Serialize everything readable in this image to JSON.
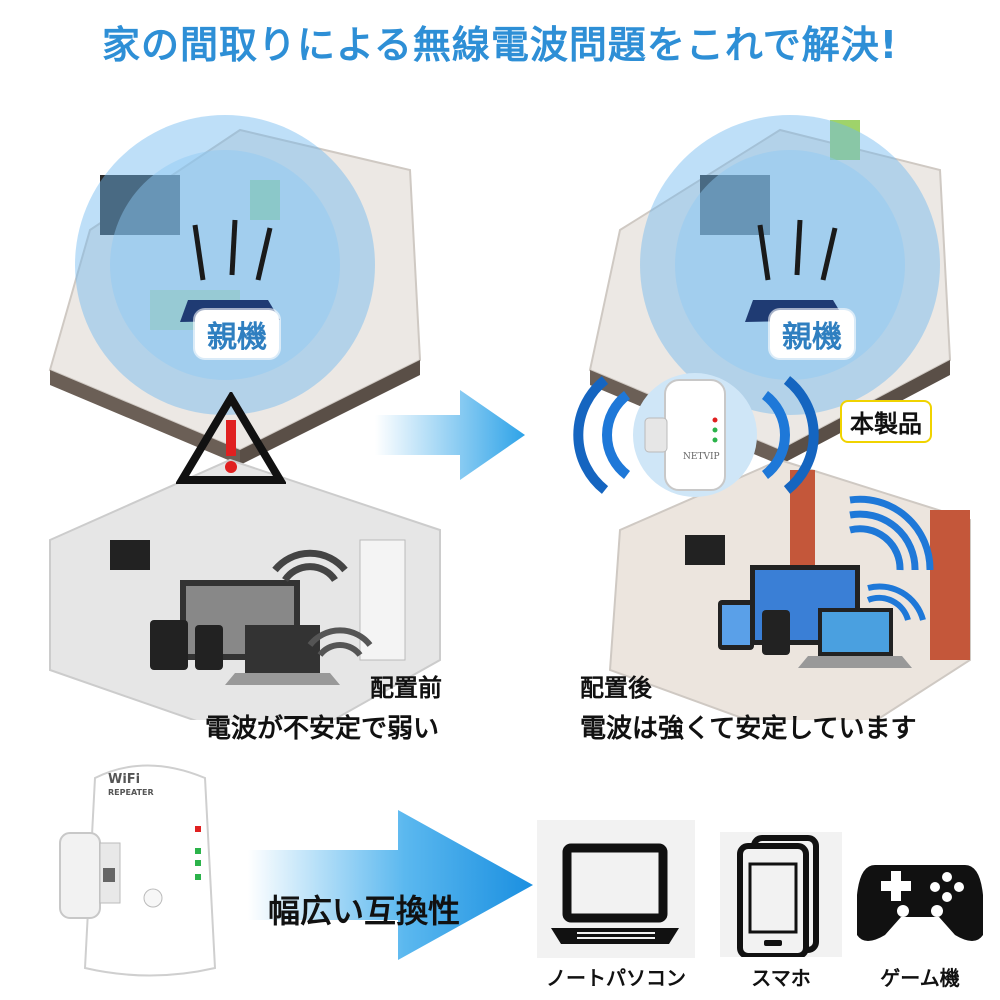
{
  "headline": "家の間取りによる無線電波問題をこれで解決!",
  "before": {
    "router_badge": "親機",
    "placement": "配置前",
    "status": "電波が不安定で弱い"
  },
  "after": {
    "router_badge": "親機",
    "product_label": "本製品",
    "repeater_brand": "NETVIP",
    "placement": "配置後",
    "status": "電波は強くて安定しています"
  },
  "product": {
    "logo_text": "WiFi",
    "model_text": "REPEATER"
  },
  "compatibility": {
    "title": "幅広い互換性",
    "devices": [
      {
        "label": "ノートパソコン",
        "icon": "laptop-icon"
      },
      {
        "label": "スマホ",
        "icon": "smartphone-icon"
      },
      {
        "label": "ゲーム機",
        "icon": "gamepad-icon"
      }
    ]
  },
  "colors": {
    "headline": "#2e8fd6",
    "signal_blue": "#1e78d8",
    "warning_red": "#e02020",
    "badge_text": "#2f7fc0",
    "product_border": "#f0d300"
  }
}
